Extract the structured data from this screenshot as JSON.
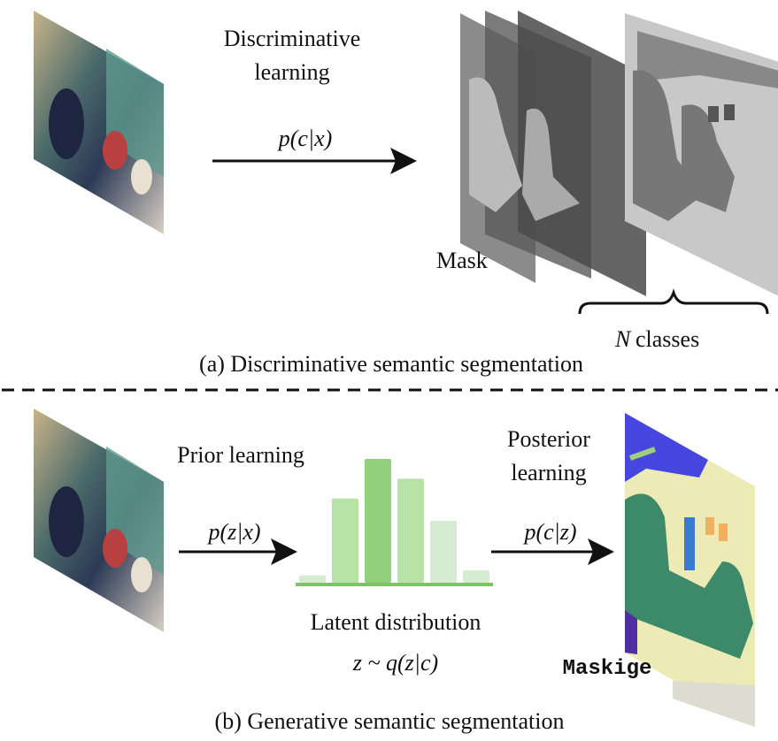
{
  "top": {
    "arrow_label_line1": "Discriminative",
    "arrow_label_line2": "learning",
    "formula": "p(c|x)",
    "mask_label": "Mask",
    "n_label": "N",
    "classes_label": "classes",
    "caption": "(a) Discriminative semantic segmentation"
  },
  "bottom": {
    "prior_label": "Prior learning",
    "prior_formula": "p(z|x)",
    "posterior_line1": "Posterior",
    "posterior_line2": "learning",
    "posterior_formula": "p(c|z)",
    "latent_label": "Latent distribution",
    "latent_formula": "z ~ q(z|c)",
    "maskige_label": "Maskige",
    "caption": "(b) Generative semantic segmentation"
  },
  "histogram": {
    "values": [
      0.06,
      0.68,
      1.0,
      0.84,
      0.5,
      0.1
    ],
    "highlight_index": 2,
    "colors": {
      "normal": "#b7e2a8",
      "highlight": "#93d07b",
      "faint": "#d6ecd2",
      "baseline": "#7fc368"
    }
  }
}
